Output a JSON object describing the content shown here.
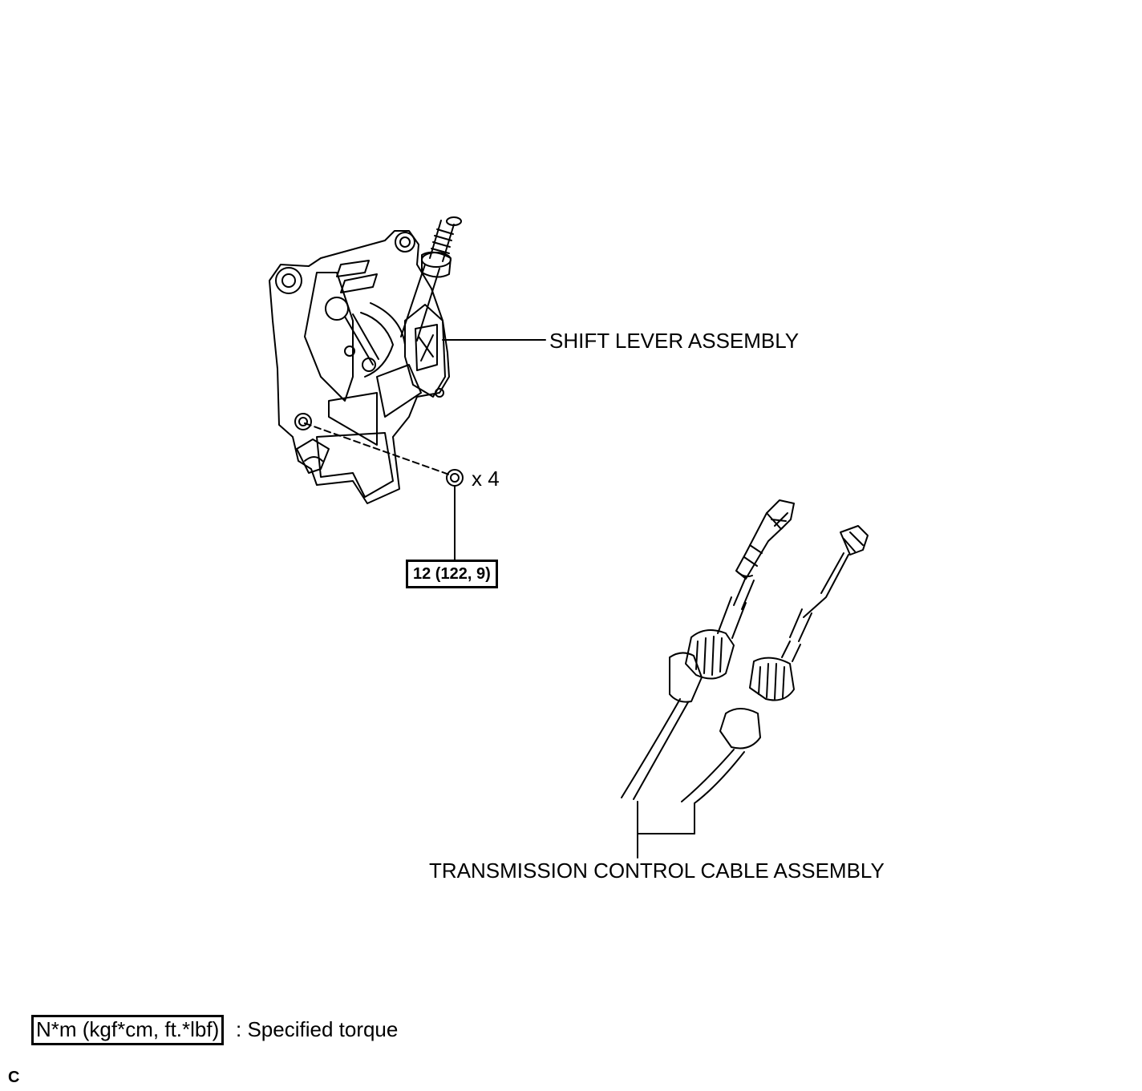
{
  "labels": {
    "shift_lever": "SHIFT LEVER ASSEMBLY",
    "cable": "TRANSMISSION CONTROL CABLE ASSEMBLY",
    "nut_count": "x 4",
    "torque_value": "12 (122, 9)"
  },
  "legend": {
    "unit_box": "N*m (kgf*cm, ft.*lbf)",
    "description": ": Specified torque"
  },
  "corner_mark": "C"
}
